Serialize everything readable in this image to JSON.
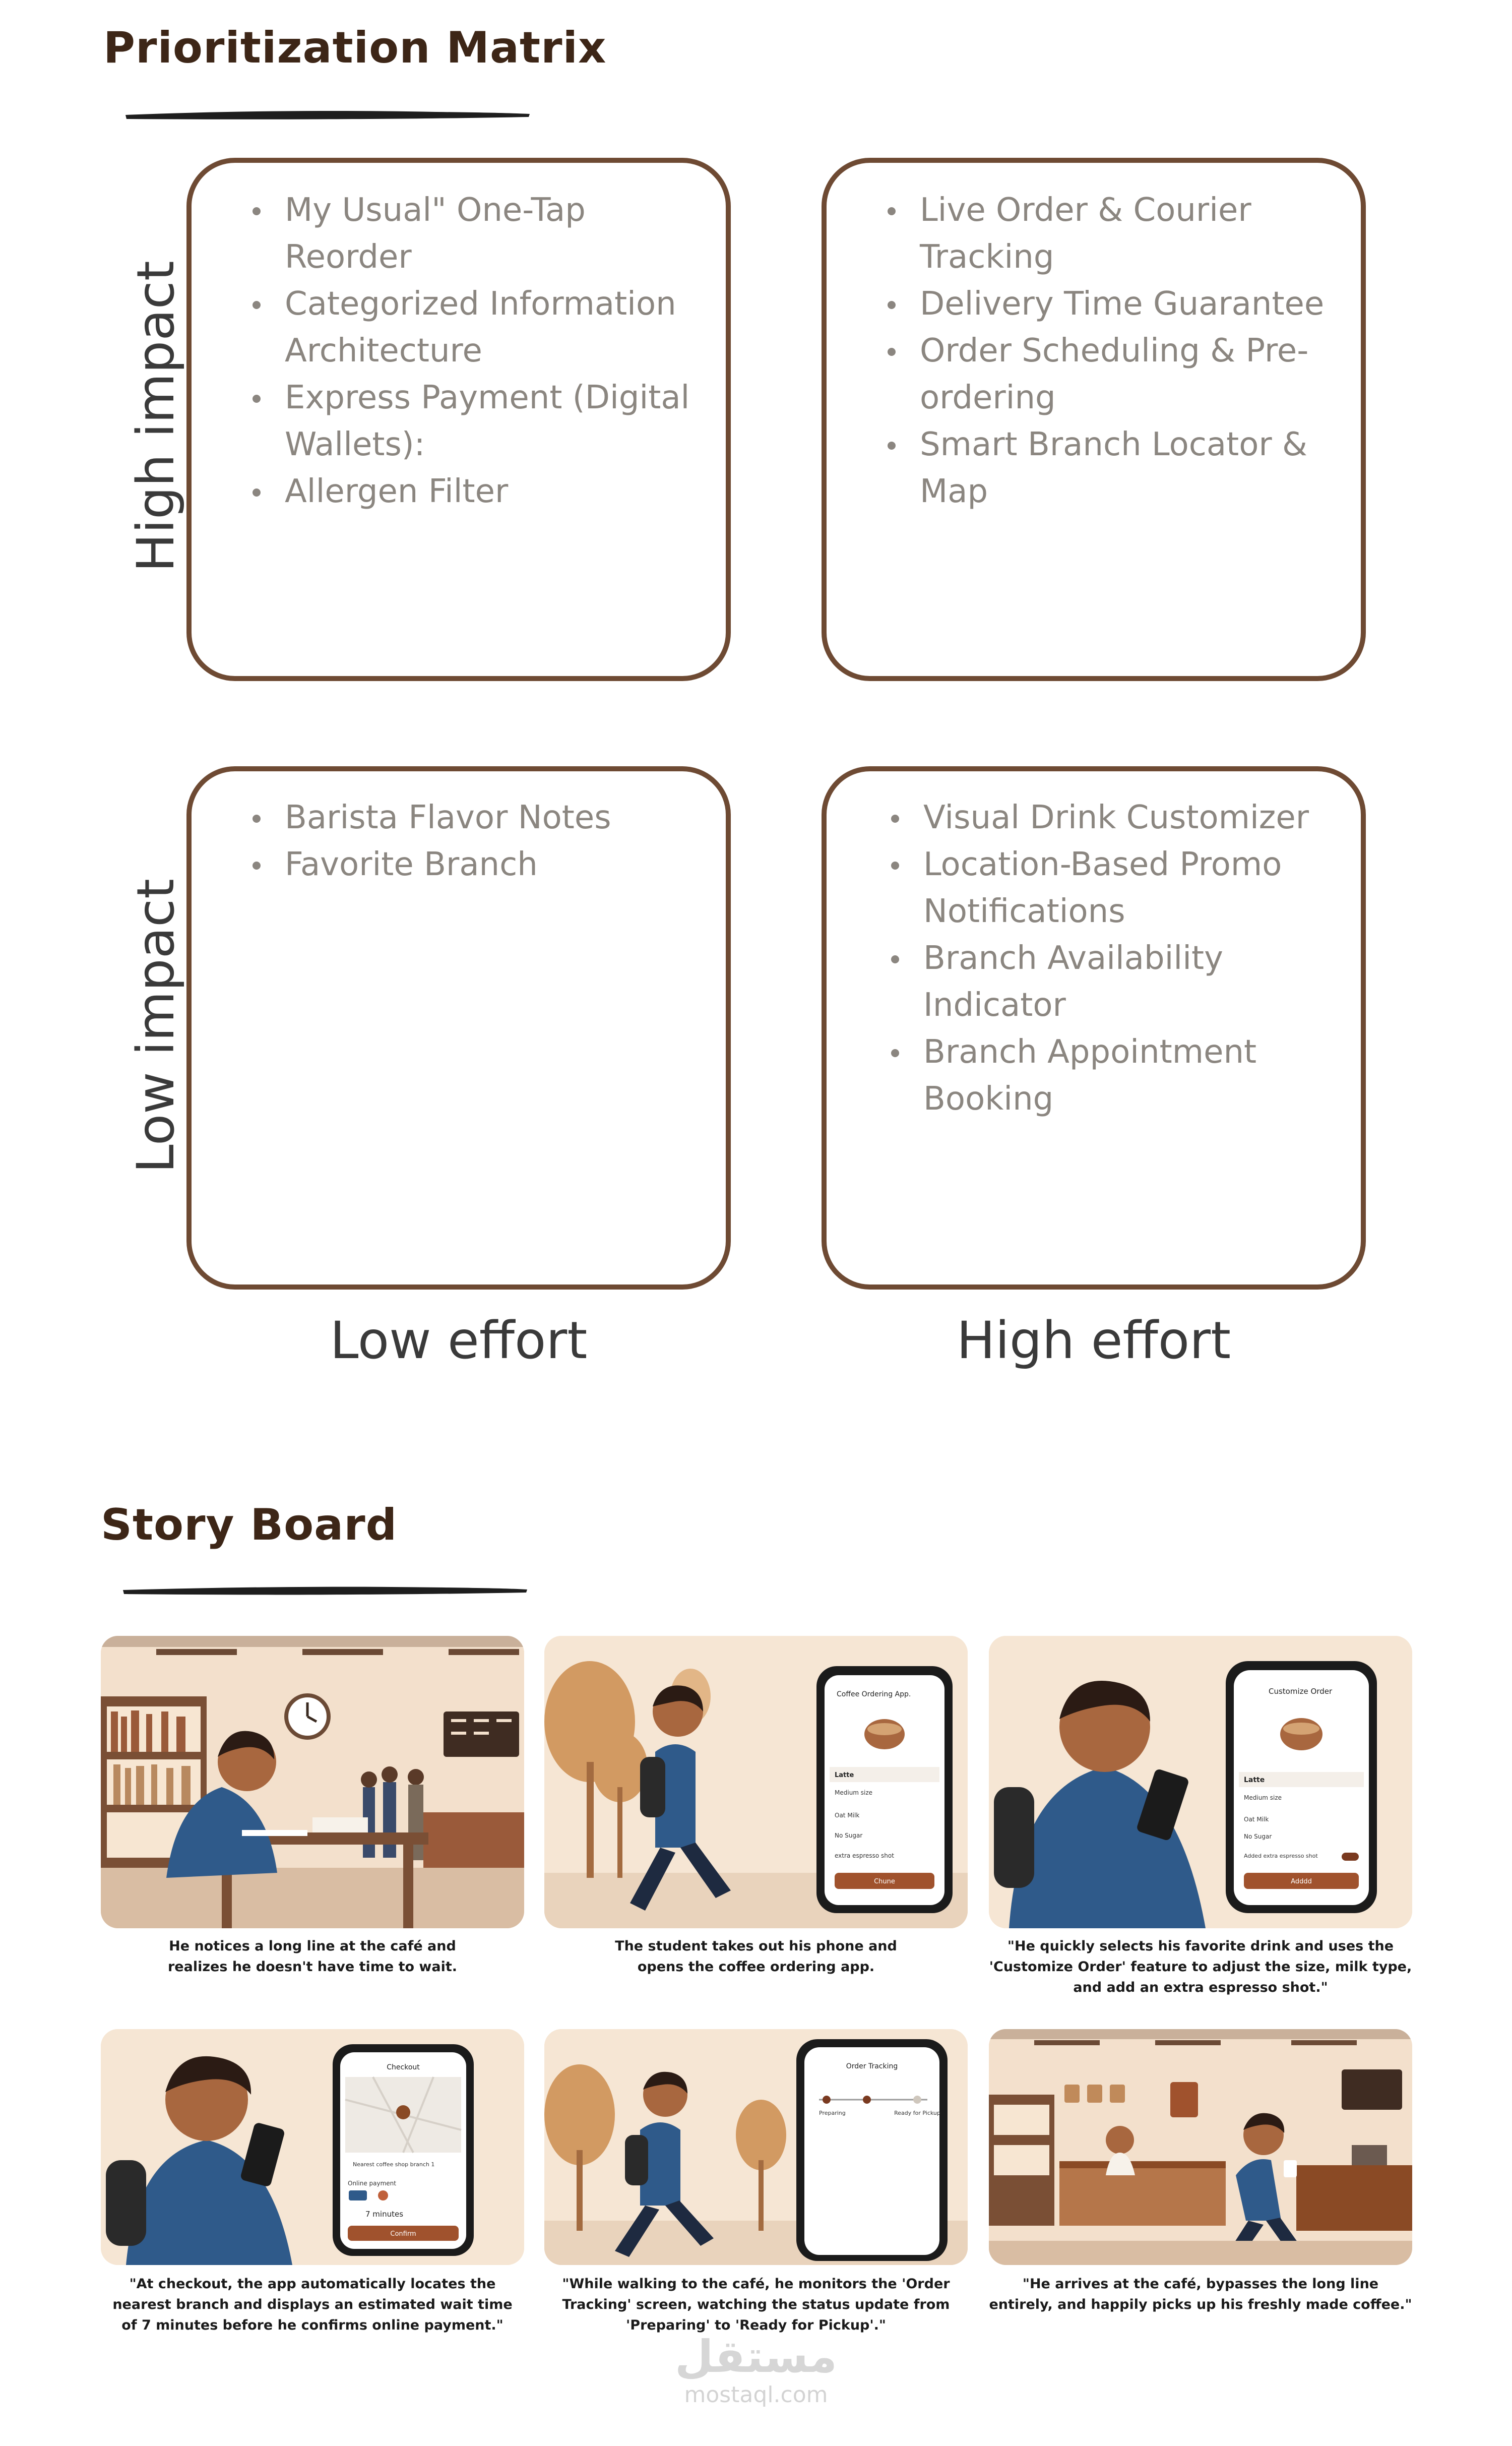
{
  "matrix": {
    "title": "Prioritization Matrix",
    "y_axis": {
      "high": "High impact",
      "low": "Low impact"
    },
    "x_axis": {
      "low": "Low effort",
      "high": "High effort"
    },
    "quadrants": {
      "high_impact_low_effort": [
        "My Usual\" One-Tap Reorder",
        "Categorized Information Architecture",
        "Express Payment (Digital Wallets):",
        "Allergen Filter"
      ],
      "high_impact_high_effort": [
        "Live Order & Courier Tracking",
        "Delivery Time Guarantee",
        "Order Scheduling & Pre-ordering",
        "Smart Branch Locator & Map"
      ],
      "low_impact_low_effort": [
        "Barista Flavor Notes",
        "Favorite Branch"
      ],
      "low_impact_high_effort": [
        "Visual Drink Customizer",
        "Location-Based Promo Notifications",
        "Branch Availability Indicator",
        "Branch Appointment Booking"
      ]
    }
  },
  "storyboard": {
    "title": "Story Board",
    "panels": [
      {
        "caption": "He notices a long line at the café and realizes he doesn't have time to wait.",
        "screen": null
      },
      {
        "caption": "The student takes out his phone and opens the coffee ordering app.",
        "screen": {
          "title": "Coffee Ordering App.",
          "rows": [
            "Latte",
            "Medium size",
            "Oat Milk",
            "No Sugar",
            "extra espresso shot"
          ],
          "button": "Chune"
        }
      },
      {
        "caption": "\"He quickly selects his favorite drink and uses the 'Customize Order' feature to adjust the size, milk type, and add an extra espresso shot.\"",
        "screen": {
          "title": "Customize Order",
          "rows": [
            "Latte",
            "Medium size",
            "Oat Milk",
            "No Sugar",
            "Added extra espresso shot"
          ],
          "button": "Adddd"
        }
      },
      {
        "caption": "\"At checkout, the app automatically locates the nearest branch and displays an estimated wait time of 7 minutes before he confirms online payment.\"",
        "screen": {
          "title": "Checkout",
          "rows": [
            "Nearest coffee shop branch 1",
            "Online payment",
            "7 minutes"
          ],
          "button": "Confirm"
        }
      },
      {
        "caption": "\"While walking to the café, he monitors the 'Order Tracking' screen, watching the status update from 'Preparing' to 'Ready for Pickup'.\"",
        "screen": {
          "title": "Order Tracking",
          "rows": [
            "Preparing",
            "Ready for Pickup"
          ],
          "button": ""
        }
      },
      {
        "caption": "\"He arrives at the café, bypasses the long line entirely, and happily picks up his freshly made coffee.\"",
        "screen": null
      }
    ]
  },
  "watermark": {
    "logo": "مستقل",
    "url": "mostaql.com"
  }
}
